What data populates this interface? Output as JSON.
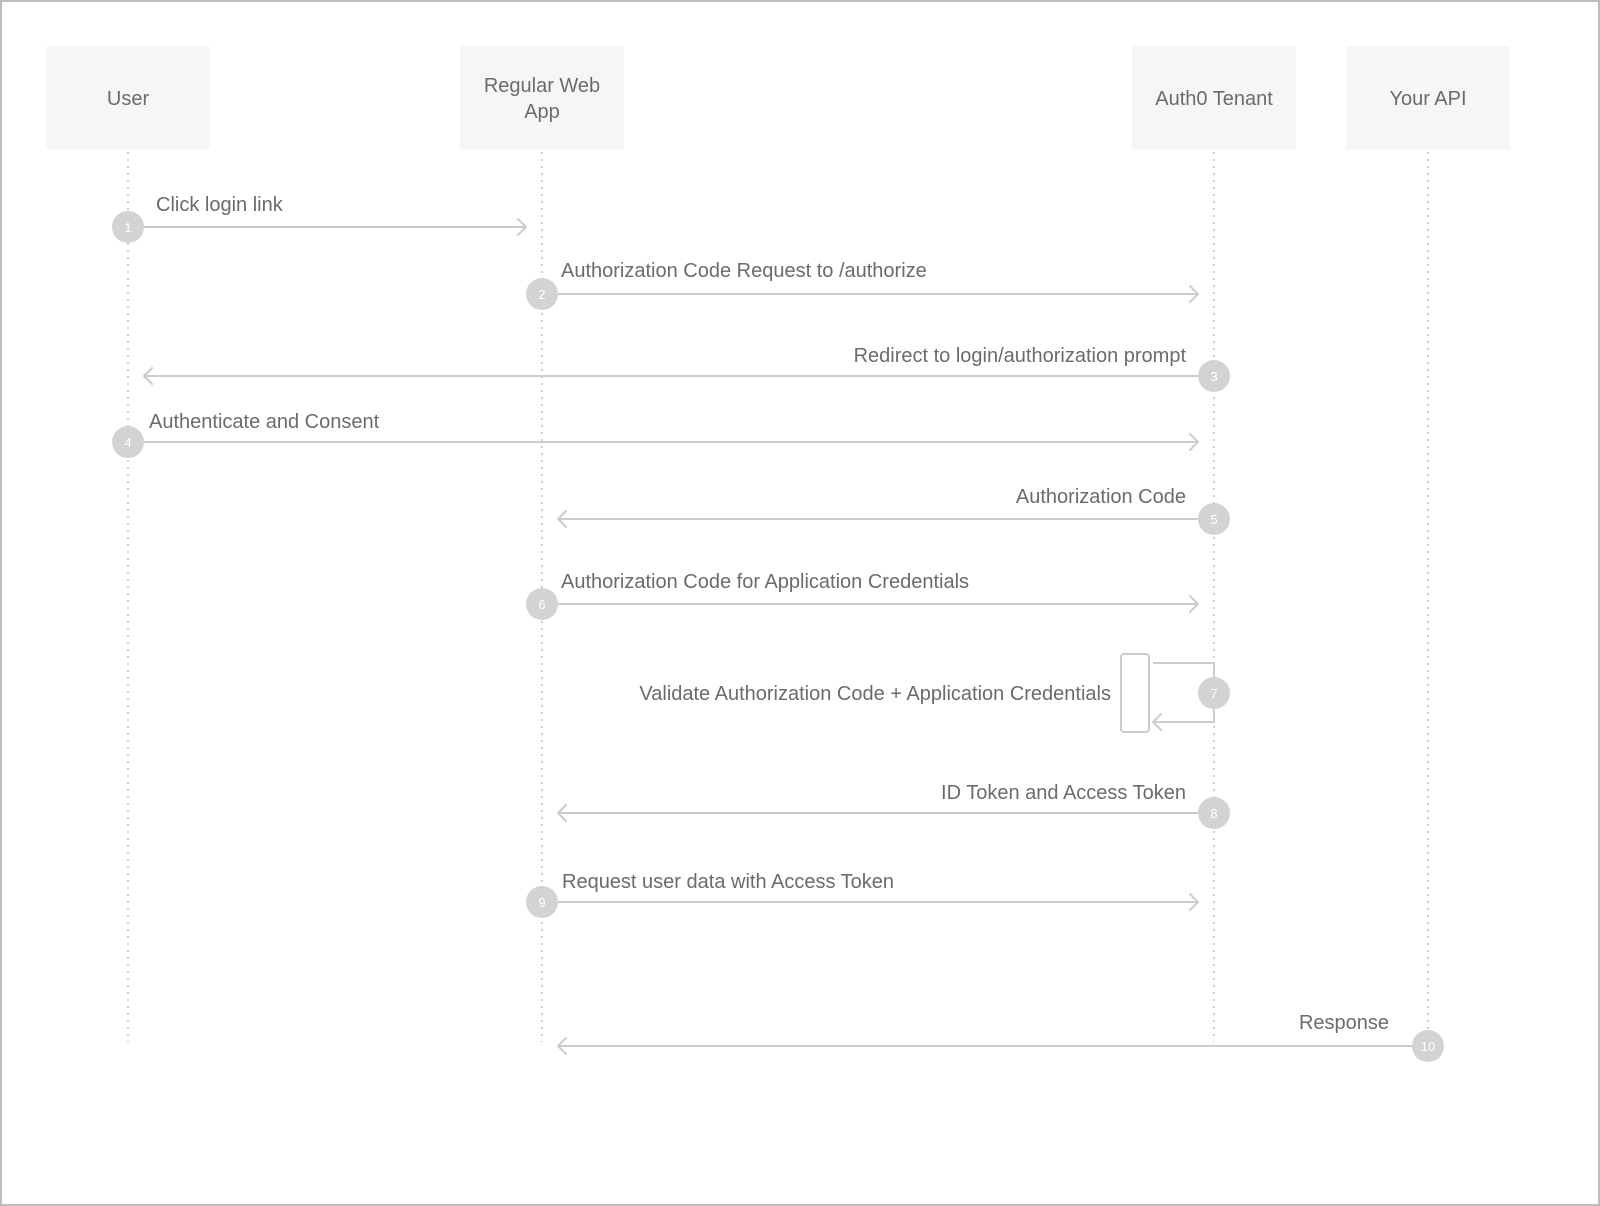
{
  "actors": [
    {
      "id": "user",
      "label_lines": [
        "User"
      ]
    },
    {
      "id": "webapp",
      "label_lines": [
        "Regular Web",
        "App"
      ]
    },
    {
      "id": "tenant",
      "label_lines": [
        "Auth0 Tenant"
      ]
    },
    {
      "id": "api",
      "label_lines": [
        "Your API"
      ]
    }
  ],
  "messages": [
    {
      "step": "1",
      "label": "Click login link",
      "from": "user",
      "to": "webapp"
    },
    {
      "step": "2",
      "label": "Authorization Code Request to /authorize",
      "from": "webapp",
      "to": "tenant"
    },
    {
      "step": "3",
      "label": "Redirect to login/authorization prompt",
      "from": "tenant",
      "to": "user"
    },
    {
      "step": "4",
      "label": "Authenticate and Consent",
      "from": "user",
      "to": "tenant"
    },
    {
      "step": "5",
      "label": "Authorization Code",
      "from": "tenant",
      "to": "webapp"
    },
    {
      "step": "6",
      "label": "Authorization Code for Application Credentials",
      "from": "webapp",
      "to": "tenant"
    },
    {
      "step": "7",
      "label": "Validate Authorization Code + Application Credentials",
      "from": "tenant",
      "to": "tenant"
    },
    {
      "step": "8",
      "label": "ID Token and Access Token",
      "from": "tenant",
      "to": "webapp"
    },
    {
      "step": "9",
      "label": "Request user data with Access Token",
      "from": "webapp",
      "to": "tenant"
    },
    {
      "step": "10",
      "label": "Response",
      "from": "api",
      "to": "webapp"
    }
  ],
  "colors": {
    "actor_fill": "#f5f6f7",
    "line": "#cccccc",
    "step_circle": "#d3d3d3",
    "text": "#6b6b6b"
  }
}
